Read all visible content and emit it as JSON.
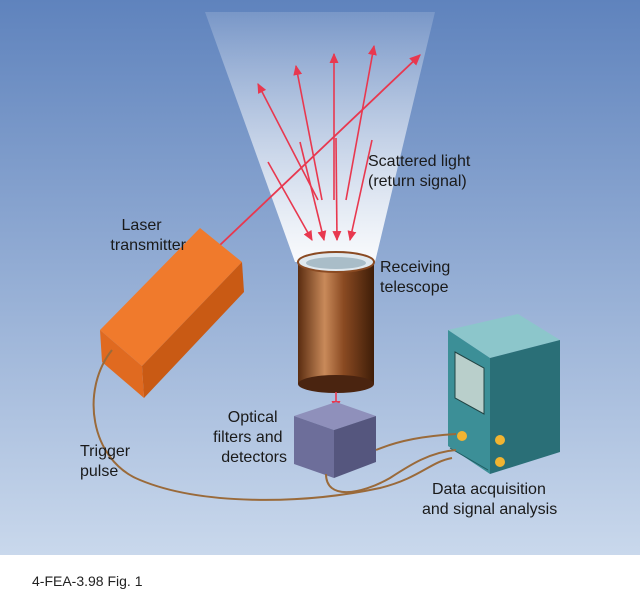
{
  "labels": {
    "laser_transmitter": [
      "Laser",
      "transmitter"
    ],
    "scattered_light": [
      "Scattered light",
      "(return signal)"
    ],
    "receiving_telescope": [
      "Receiving",
      "telescope"
    ],
    "optical_filters": [
      "Optical",
      "filters and",
      "detectors"
    ],
    "trigger_pulse": [
      "Trigger",
      "pulse"
    ],
    "data_acquisition": [
      "Data acquisition",
      "and signal analysis"
    ]
  },
  "caption": "4-FEA-3.98 Fig. 1",
  "colors": {
    "background_top": "#5f83bd",
    "background_bottom": "#c9d8ec",
    "laser_beam": "#e8384f",
    "laser_box": "#f07a2c",
    "telescope": "#8a4a22",
    "filter_box": "#6d6e9a",
    "instrument": "#3c8f97",
    "screen": "#b9cfcb",
    "knob": "#f2b431",
    "cable": "#9a6a3a"
  }
}
